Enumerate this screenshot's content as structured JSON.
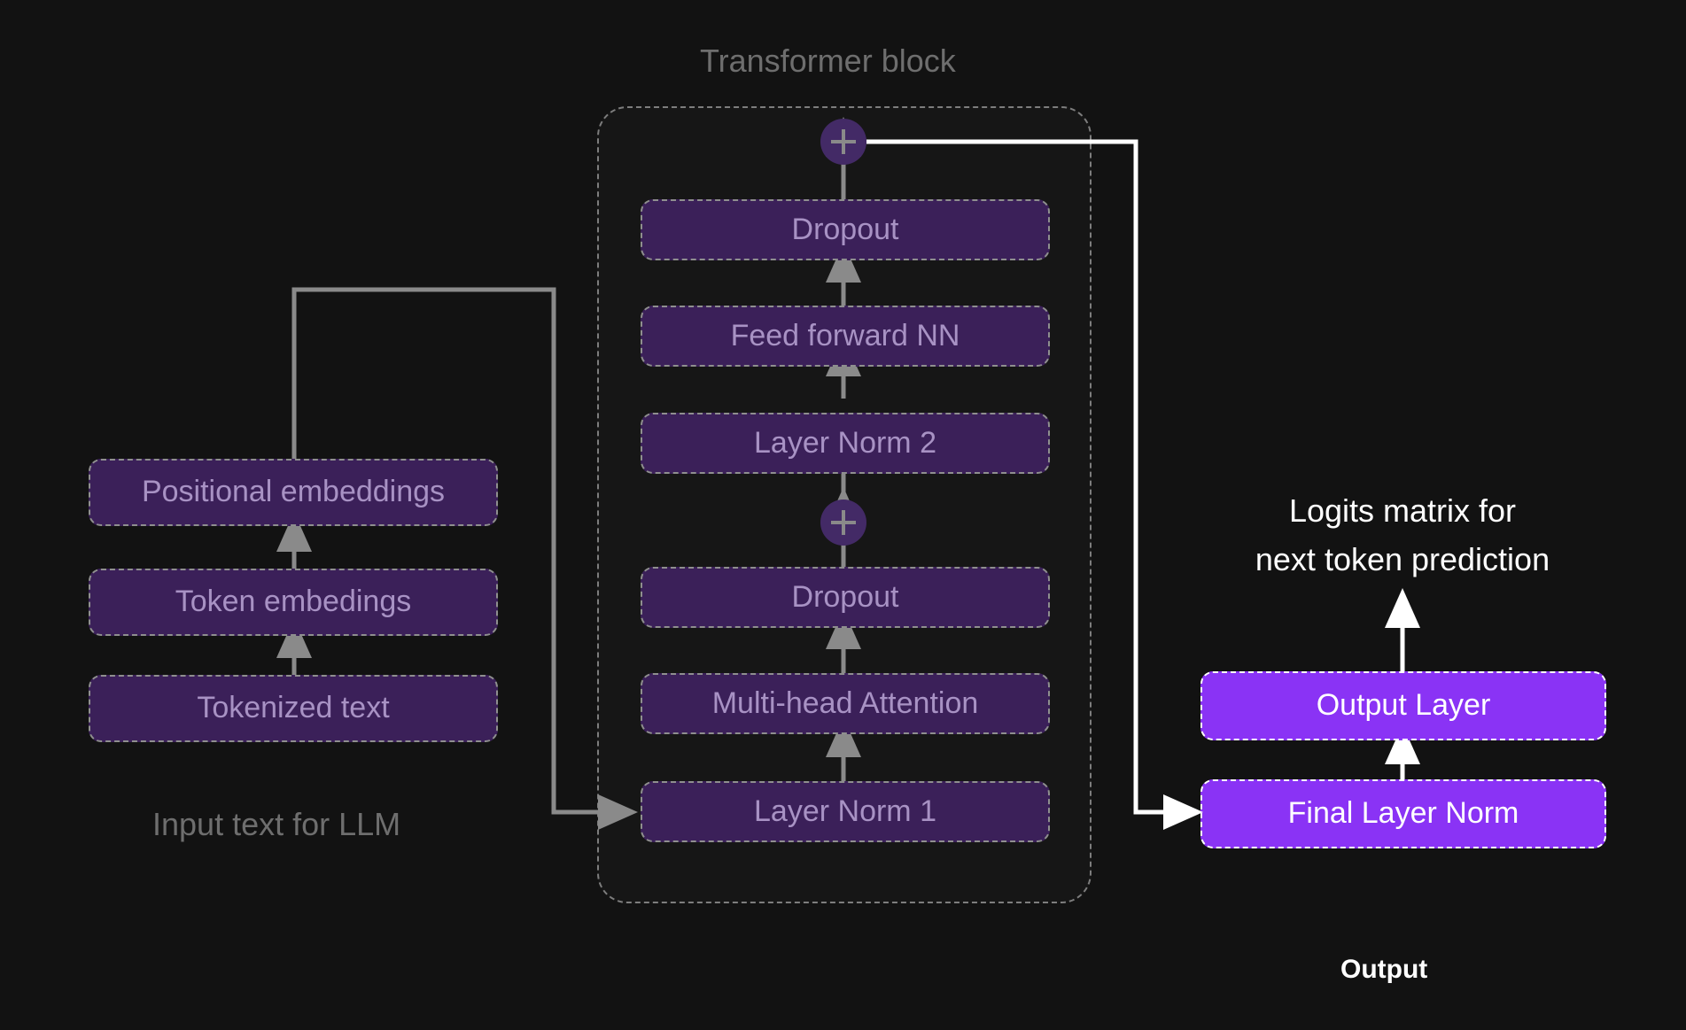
{
  "diagram": {
    "background_color": "#121212",
    "title_transformer": "Transformer block",
    "label_input": "Input text for LLM",
    "label_output": "Output",
    "label_logits_line1": "Logits matrix for",
    "label_logits_line2": "next token prediction"
  },
  "colors": {
    "background": "#121212",
    "dim_box_fill": "#3b2059",
    "dim_box_border": "#8f8f8f",
    "dim_box_text": "#a892c4",
    "bright_box_fill": "#8a33f5",
    "bright_box_border": "#ffffff",
    "bright_box_text": "#ffffff",
    "gray_label": "#6e6e6e",
    "gray_wire": "#8a8a8a",
    "white_wire": "#ffffff",
    "plus_circle_fill": "#432a66",
    "block_border": "#7d7d7d"
  },
  "input_stack": [
    {
      "label": "Positional embeddings"
    },
    {
      "label": "Token embedings"
    },
    {
      "label": "Tokenized text"
    }
  ],
  "transformer_stack": [
    {
      "label": "Dropout"
    },
    {
      "label": "Feed forward NN"
    },
    {
      "label": "Layer Norm 2"
    },
    {
      "label": "Dropout"
    },
    {
      "label": "Multi-head Attention"
    },
    {
      "label": "Layer Norm 1"
    }
  ],
  "residual_nodes": [
    {
      "label": "+",
      "name": "residual-add-top"
    },
    {
      "label": "+",
      "name": "residual-add-mid"
    }
  ],
  "output_stack": [
    {
      "label": "Output Layer"
    },
    {
      "label": "Final Layer Norm"
    }
  ]
}
